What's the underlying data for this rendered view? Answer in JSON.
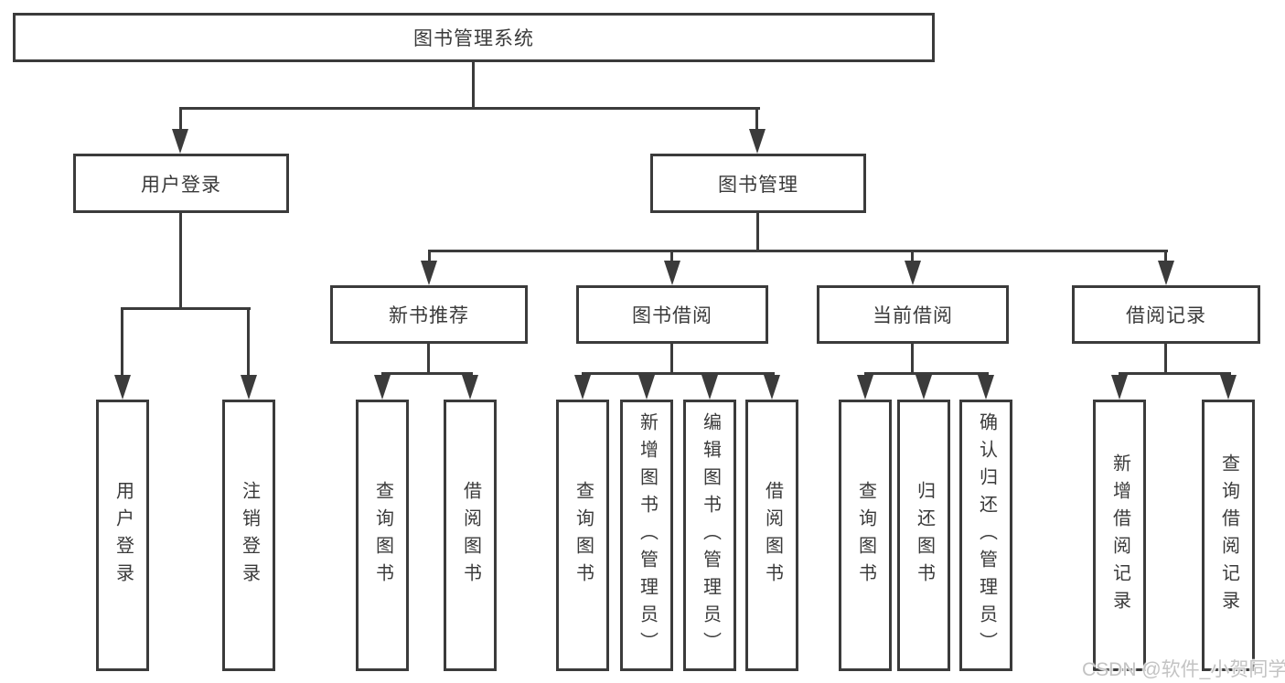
{
  "colors": {
    "line": "#3b3b3b",
    "text": "#3a3a3a",
    "watermark": "#c3c3c3",
    "background": "#ffffff"
  },
  "watermark": {
    "text": "CSDN @软件_小贺同学"
  },
  "tree": {
    "label": "图书管理系统",
    "children": [
      {
        "label": "用户登录",
        "children": [
          {
            "label": "用户登录"
          },
          {
            "label": "注销登录"
          }
        ]
      },
      {
        "label": "图书管理",
        "children": [
          {
            "label": "新书推荐",
            "children": [
              {
                "label": "查询图书"
              },
              {
                "label": "借阅图书"
              }
            ]
          },
          {
            "label": "图书借阅",
            "children": [
              {
                "label": "查询图书"
              },
              {
                "label": "新增图书（管理员）"
              },
              {
                "label": "编辑图书（管理员）"
              },
              {
                "label": "借阅图书"
              }
            ]
          },
          {
            "label": "当前借阅",
            "children": [
              {
                "label": "查询图书"
              },
              {
                "label": "归还图书"
              },
              {
                "label": "确认归还（管理员）"
              }
            ]
          },
          {
            "label": "借阅记录",
            "children": [
              {
                "label": "新增借阅记录"
              },
              {
                "label": "查询借阅记录"
              }
            ]
          }
        ]
      }
    ]
  }
}
